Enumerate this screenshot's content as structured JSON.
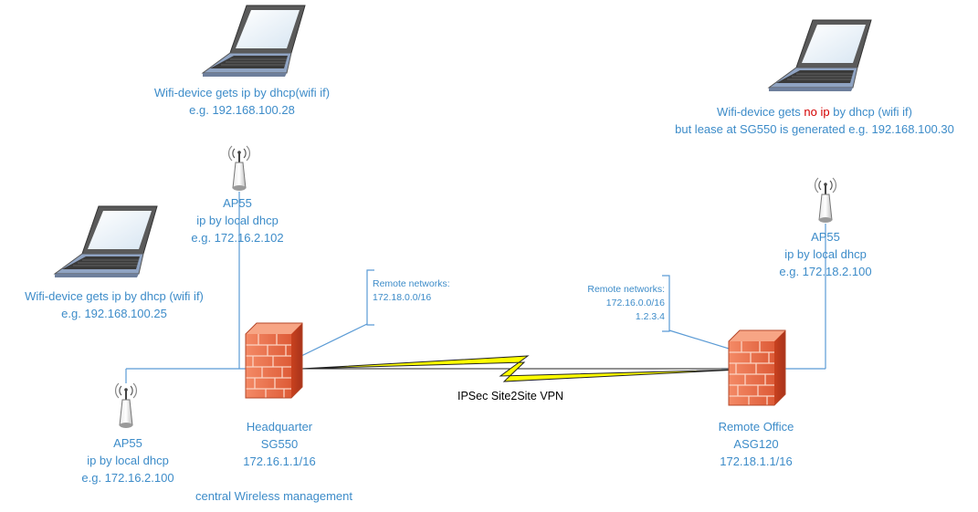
{
  "devices": {
    "wifi_top_left": {
      "line1": "Wifi-device gets ip by dhcp(wifi if)",
      "line2": "e.g. 192.168.100.28"
    },
    "wifi_left": {
      "line1": "Wifi-device gets ip by dhcp (wifi if)",
      "line2": "e.g. 192.168.100.25"
    },
    "wifi_right": {
      "line1_pre": "Wifi-device gets ",
      "line1_red": "no ip",
      "line1_post": " by dhcp (wifi if)",
      "line2": "but lease at SG550 is generated e.g. 192.168.100.30"
    }
  },
  "access_points": {
    "ap_top": {
      "name": "AP55",
      "line2": "ip by local dhcp",
      "line3": "e.g. 172.16.2.102"
    },
    "ap_bottom": {
      "name": "AP55",
      "line2": "ip by local dhcp",
      "line3": "e.g. 172.16.2.100"
    },
    "ap_right": {
      "name": "AP55",
      "line2": "ip by local dhcp",
      "line3": "e.g. 172.18.2.100"
    }
  },
  "firewalls": {
    "hq": {
      "name": "Headquarter",
      "model": "SG550",
      "ip": "172.16.1.1/16",
      "note": "central Wireless management"
    },
    "remote": {
      "name": "Remote Office",
      "model": "ASG120",
      "ip": "172.18.1.1/16"
    }
  },
  "remote_networks": {
    "hq": {
      "title": "Remote networks:",
      "nets": [
        "172.18.0.0/16"
      ]
    },
    "remote": {
      "title": "Remote networks:",
      "nets": [
        "172.16.0.0/16",
        "1.2.3.4"
      ]
    }
  },
  "vpn": {
    "label": "IPSec Site2Site VPN"
  },
  "colors": {
    "text": "#3d8cc9",
    "line": "#5b9bd5",
    "bolt": "#ffff00",
    "brick": "#e8603c",
    "highlight": "#d40000"
  }
}
